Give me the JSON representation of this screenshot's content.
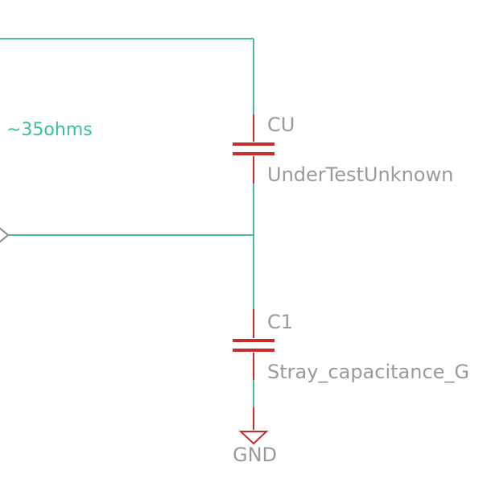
{
  "colors": {
    "wire": "#4dbb98",
    "component": "#c62d2d",
    "label": "#9a9a9a",
    "net_label": "#3cbf98",
    "port": "#8a8a8a"
  },
  "net_label": "~35ohms",
  "components": [
    {
      "name": "CU",
      "value": "UnderTestUnknown",
      "symbol": "capacitor-icon"
    },
    {
      "name": "C1",
      "value": "Stray_capacitance_G",
      "symbol": "capacitor-icon"
    }
  ],
  "ground": {
    "label": "GND",
    "symbol": "ground-icon"
  },
  "port": {
    "symbol": "port-diamond-icon"
  }
}
